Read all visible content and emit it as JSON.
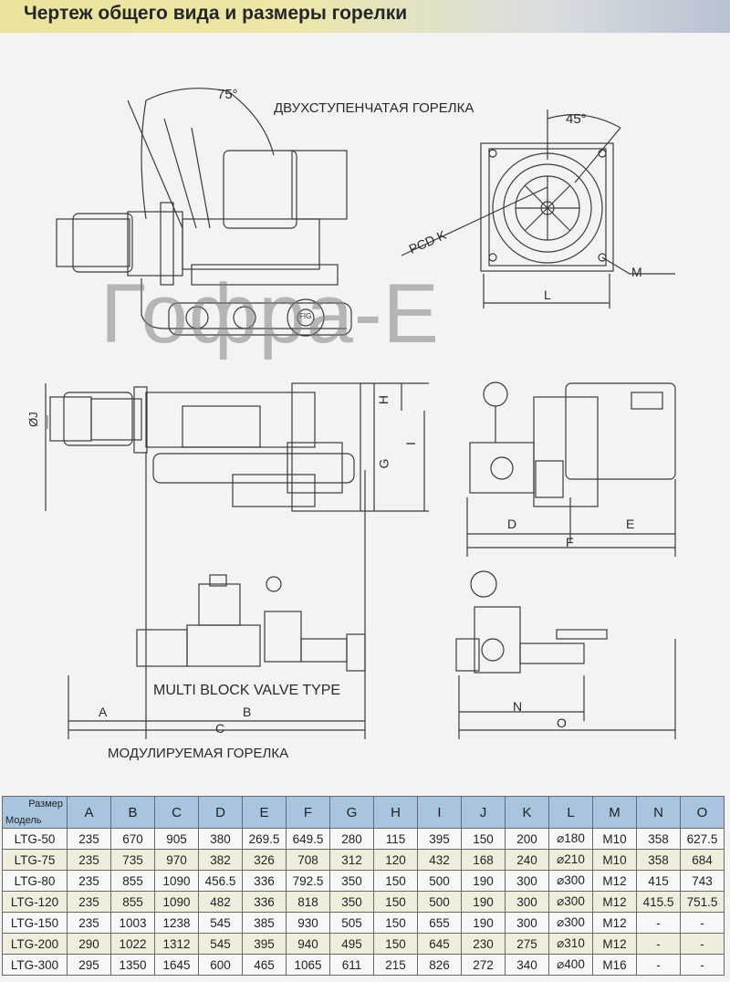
{
  "title": "Чертеж общего вида и размеры горелки",
  "watermark": "Гофра-Е",
  "labels": {
    "angle_75": "75°",
    "two_stage": "ДВУХСТУПЕНЧАТАЯ ГОРЕЛКА",
    "angle_45": "45°",
    "pcd": "PCD K",
    "m": "M",
    "l": "L",
    "fig": "FIG",
    "oj": "ØJ",
    "h": "H",
    "g": "G",
    "i": "I",
    "d": "D",
    "e": "E",
    "f": "F",
    "multi_block": "MULTI BLOCK VALVE TYPE",
    "a": "A",
    "b": "B",
    "c": "C",
    "n": "N",
    "o": "O",
    "modulated": "МОДУЛИРУЕМАЯ ГОРЕЛКА"
  },
  "table": {
    "corner_top": "Размер",
    "corner_bottom": "Модель",
    "headers": [
      "A",
      "B",
      "C",
      "D",
      "E",
      "F",
      "G",
      "H",
      "I",
      "J",
      "K",
      "L",
      "M",
      "N",
      "O"
    ],
    "rows": [
      {
        "model": "LTG-50",
        "cells": [
          "235",
          "670",
          "905",
          "380",
          "269.5",
          "649.5",
          "280",
          "115",
          "395",
          "150",
          "200",
          "⌀180",
          "M10",
          "358",
          "627.5"
        ]
      },
      {
        "model": "LTG-75",
        "cells": [
          "235",
          "735",
          "970",
          "382",
          "326",
          "708",
          "312",
          "120",
          "432",
          "168",
          "240",
          "⌀210",
          "M10",
          "358",
          "684"
        ]
      },
      {
        "model": "LTG-80",
        "cells": [
          "235",
          "855",
          "1090",
          "456.5",
          "336",
          "792.5",
          "350",
          "150",
          "500",
          "190",
          "300",
          "⌀300",
          "M12",
          "415",
          "743"
        ]
      },
      {
        "model": "LTG-120",
        "cells": [
          "235",
          "855",
          "1090",
          "482",
          "336",
          "818",
          "350",
          "150",
          "500",
          "190",
          "300",
          "⌀300",
          "M12",
          "415.5",
          "751.5"
        ]
      },
      {
        "model": "LTG-150",
        "cells": [
          "235",
          "1003",
          "1238",
          "545",
          "385",
          "930",
          "505",
          "150",
          "655",
          "190",
          "300",
          "⌀300",
          "M12",
          "-",
          "-"
        ]
      },
      {
        "model": "LTG-200",
        "cells": [
          "290",
          "1022",
          "1312",
          "545",
          "395",
          "940",
          "495",
          "150",
          "645",
          "230",
          "275",
          "⌀310",
          "M12",
          "-",
          "-"
        ]
      },
      {
        "model": "LTG-300",
        "cells": [
          "295",
          "1350",
          "1645",
          "600",
          "465",
          "1065",
          "611",
          "215",
          "826",
          "272",
          "340",
          "⌀400",
          "M16",
          "-",
          "-"
        ]
      }
    ]
  }
}
